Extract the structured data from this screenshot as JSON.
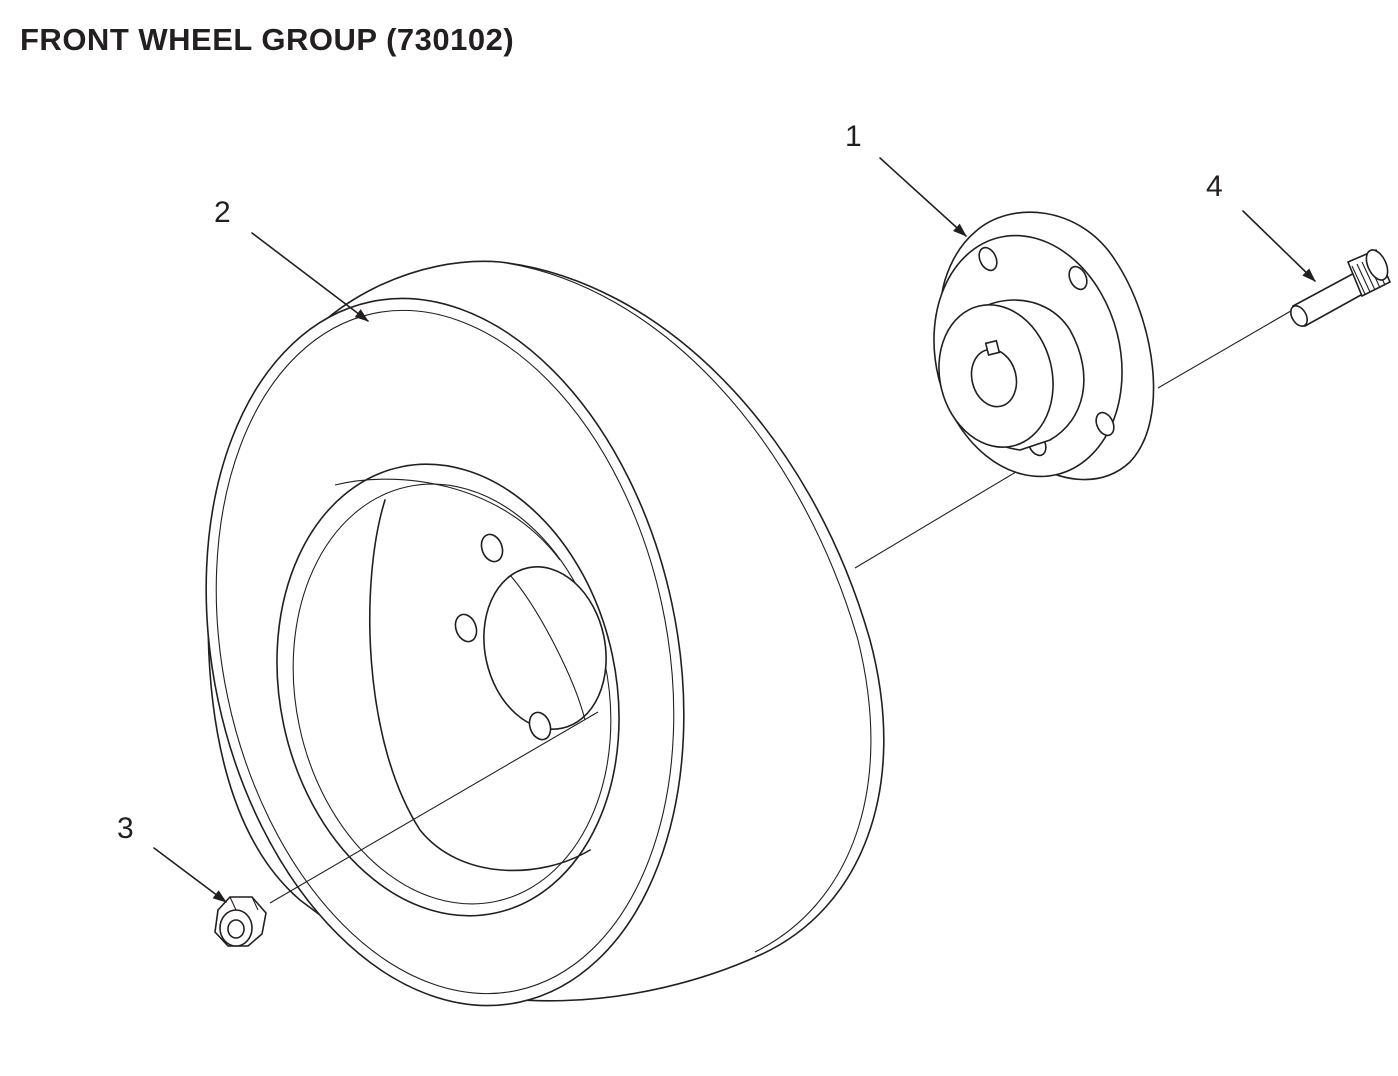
{
  "title": "FRONT WHEEL GROUP (730102)",
  "callouts": [
    {
      "label": "1",
      "part": "hub"
    },
    {
      "label": "2",
      "part": "wheel"
    },
    {
      "label": "3",
      "part": "lock nut"
    },
    {
      "label": "4",
      "part": "wheel stud"
    }
  ],
  "colors": {
    "line": "#231f20",
    "background": "#ffffff"
  }
}
